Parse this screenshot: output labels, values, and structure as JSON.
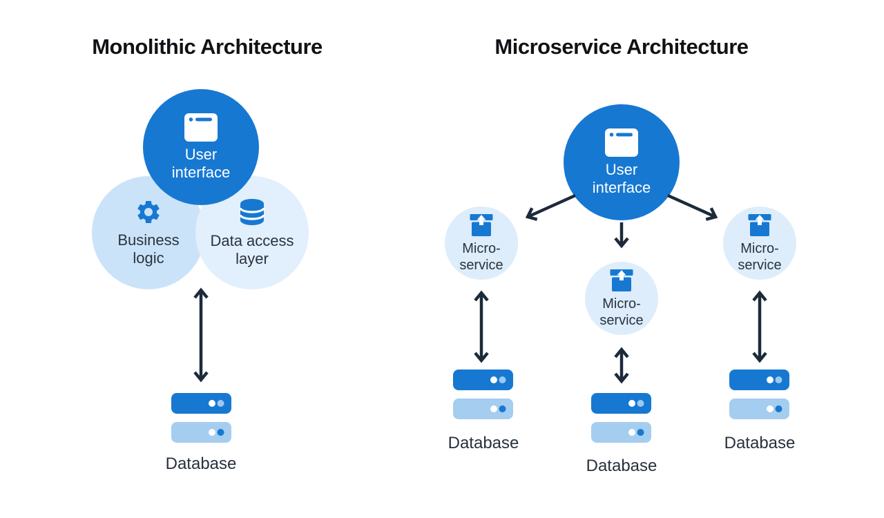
{
  "left": {
    "title": "Monolithic Architecture",
    "user_interface": {
      "line1": "User",
      "line2": "interface"
    },
    "business_logic": {
      "line1": "Business",
      "line2": "logic"
    },
    "data_access": {
      "line1": "Data access",
      "line2": "layer"
    },
    "database_label": "Database"
  },
  "right": {
    "title": "Microservice Architecture",
    "user_interface": {
      "line1": "User",
      "line2": "interface"
    },
    "services": [
      {
        "line1": "Micro-",
        "line2": "service",
        "database_label": "Database"
      },
      {
        "line1": "Micro-",
        "line2": "service",
        "database_label": "Database"
      },
      {
        "line1": "Micro-",
        "line2": "service",
        "database_label": "Database"
      }
    ]
  },
  "colors": {
    "primary_blue": "#1778d2",
    "circle_business": "#cbe3f9",
    "circle_data_access": "#e2effc",
    "circle_microservice": "#ddedfb",
    "db_light": "#a5cdf0",
    "db_dot_light": "#9dc9f0",
    "arrow": "#1c2a3a",
    "title_text": "#101216",
    "label_text": "#27303d",
    "circle_text_dark": "#2a333f",
    "circle_text_light": "#ffffff"
  }
}
